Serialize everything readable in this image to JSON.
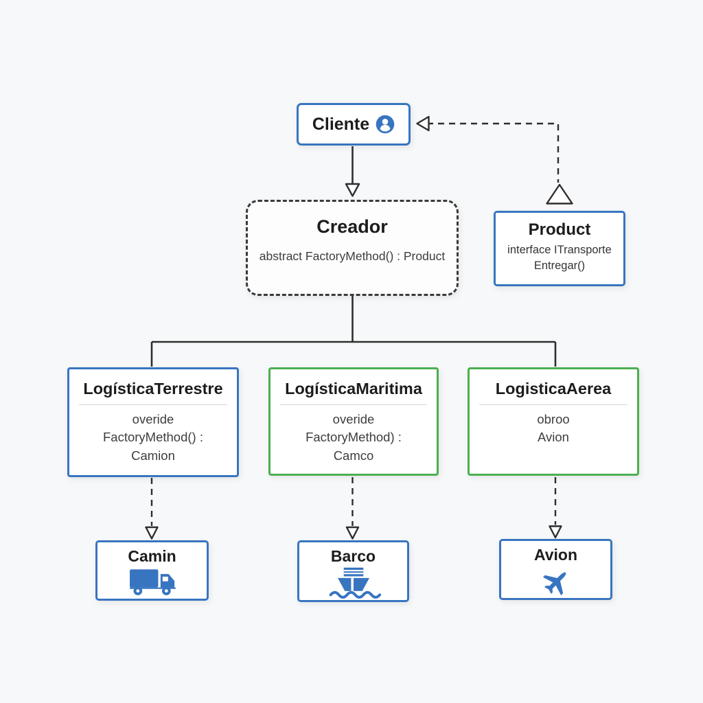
{
  "palette": {
    "blue": "#3875C0",
    "green": "#4CAF50",
    "line": "#2e2e2e",
    "bg": "#f7f8f9",
    "text": "#1c1c1c",
    "muted": "#3d3d3d",
    "divider": "#d6d6d6"
  },
  "diagram": {
    "pattern": "Factory Method",
    "nodes": {
      "cliente": {
        "title": "Cliente",
        "icon": "user-icon"
      },
      "creador": {
        "title": "Creador",
        "body": "abstract FactoryMethod() : Product"
      },
      "product": {
        "title": "Product",
        "lines": [
          "interface ITransporte",
          "Entregar()"
        ]
      },
      "logistica_terrestre": {
        "title": "LogísticaTerrestre",
        "lines": [
          "overide",
          "FactoryMethod() :",
          "Camion"
        ]
      },
      "logistica_maritima": {
        "title": "LogísticaMaritima",
        "lines": [
          "overide",
          "FactoryMethod) :",
          "Camco"
        ]
      },
      "logistica_aerea": {
        "title": "LogisticaAerea",
        "lines": [
          "obroo",
          "Avion"
        ]
      },
      "camion": {
        "title": "Camin",
        "icon": "truck-icon"
      },
      "barco": {
        "title": "Barco",
        "icon": "ship-icon"
      },
      "avion": {
        "title": "Avion",
        "icon": "plane-icon"
      }
    },
    "edges": [
      {
        "from": "cliente",
        "to": "creador",
        "style": "solid",
        "head": "open-triangle"
      },
      {
        "from": "product",
        "to": "cliente",
        "style": "dashed",
        "head": "open-arrow"
      },
      {
        "from": "product-line",
        "to": "product",
        "style": "dashed",
        "head": "realization-triangle"
      },
      {
        "from": "creador",
        "to": "logistica_terrestre",
        "style": "solid-tree"
      },
      {
        "from": "creador",
        "to": "logistica_aerea",
        "style": "solid-tree"
      },
      {
        "from": "logistica_terrestre",
        "to": "camion",
        "style": "dashed",
        "head": "open-triangle"
      },
      {
        "from": "logistica_maritima",
        "to": "barco",
        "style": "dashed",
        "head": "open-triangle"
      },
      {
        "from": "logistica_aerea",
        "to": "avion",
        "style": "dashed",
        "head": "open-triangle"
      }
    ]
  }
}
